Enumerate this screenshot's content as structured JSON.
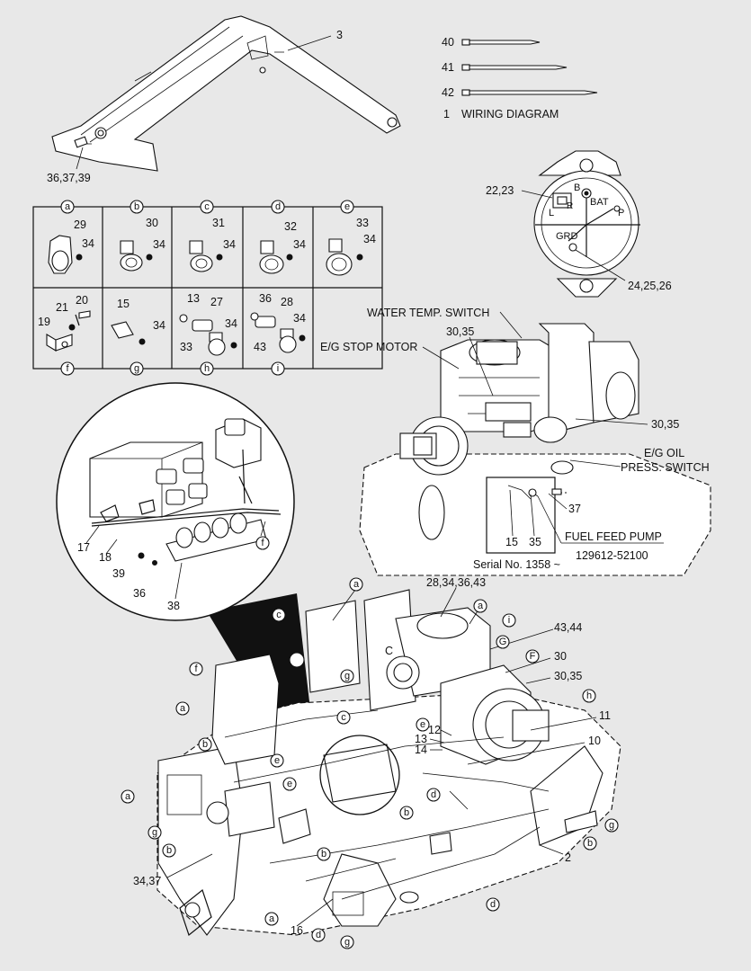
{
  "callouts_top": {
    "boom_ref": "3",
    "boom_hw": "36,37,39",
    "tie40": "40",
    "tie41": "41",
    "tie42": "42",
    "wiring_num": "1",
    "wiring_text": "WIRING DIAGRAM"
  },
  "alternator": {
    "ref_a": "22,23",
    "ref_b": "24,25,26",
    "term_b": "B",
    "term_bat": "BAT",
    "term_l": "L",
    "term_r": "R",
    "term_p": "P",
    "term_grd": "GRD"
  },
  "grid": {
    "cells": [
      {
        "letter": "a",
        "nums": [
          "29",
          "34"
        ]
      },
      {
        "letter": "b",
        "nums": [
          "30",
          "34"
        ]
      },
      {
        "letter": "c",
        "nums": [
          "31",
          "34"
        ]
      },
      {
        "letter": "d",
        "nums": [
          "32",
          "34"
        ]
      },
      {
        "letter": "e",
        "nums": [
          "33",
          "34"
        ]
      },
      {
        "letter": "f",
        "nums": [
          "21",
          "20",
          "19"
        ]
      },
      {
        "letter": "g",
        "nums": [
          "15",
          "34"
        ]
      },
      {
        "letter": "h",
        "nums": [
          "13",
          "27",
          "34",
          "33"
        ]
      },
      {
        "letter": "i",
        "nums": [
          "36",
          "28",
          "34",
          "43"
        ]
      }
    ]
  },
  "engine": {
    "water_temp": "WATER TEMP. SWITCH",
    "stop_motor": "E/G STOP MOTOR",
    "ref_3035a": "30,35",
    "ref_3035b": "30,35",
    "oil_press_1": "E/G OIL",
    "oil_press_2": "PRESS. SWITCH",
    "ref_37": "37",
    "ref_15": "15",
    "ref_35": "35",
    "fuel_pump": "FUEL FEED PUMP",
    "part_no": "129612-52100",
    "serial": "Serial No. 1358 ~"
  },
  "detail_circle": {
    "n17": "17",
    "n18": "18",
    "n39": "39",
    "n36": "36",
    "n38": "38",
    "nf": "f"
  },
  "main": {
    "r28": "28,34,36,43",
    "r4344": "43,44",
    "r30": "30",
    "r3035": "30,35",
    "r11": "11",
    "r10": "10",
    "r12": "12",
    "r13": "13",
    "r14": "14",
    "r2": "2",
    "r3437": "34,37",
    "r16": "16",
    "cG": "G",
    "cF": "F",
    "cC": "C"
  }
}
